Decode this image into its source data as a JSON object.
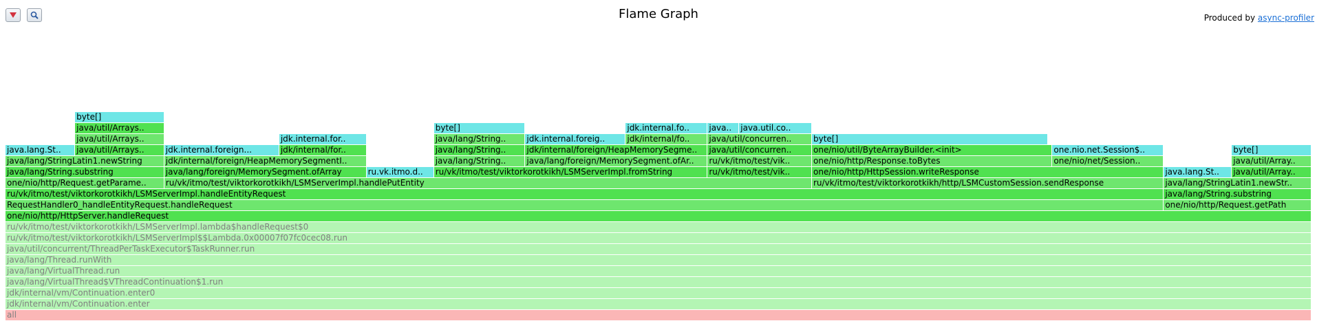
{
  "header": {
    "title": "Flame Graph",
    "produced_by_label": "Produced by",
    "produced_by_link": "async-profiler"
  },
  "toolbar": {
    "reverse_icon": "triangle-down-icon",
    "search_icon": "magnifier-icon"
  },
  "colors": {
    "java_dark": "#50e150",
    "java_light": "#6ee66e",
    "interpreted": "#b4f5b4",
    "class_obj": "#6ee6e6",
    "root": "#fbb6b6"
  },
  "frames": [
    {
      "name": "all",
      "level": 0,
      "start": 0.0,
      "end": 1.0,
      "color": "root"
    },
    {
      "name": "jdk/internal/vm/Continuation.enter",
      "level": 1,
      "start": 0.0,
      "end": 1.0,
      "color": "interpreted"
    },
    {
      "name": "jdk/internal/vm/Continuation.enter0",
      "level": 2,
      "start": 0.0,
      "end": 1.0,
      "color": "interpreted"
    },
    {
      "name": "java/lang/VirtualThread$VThreadContinuation$1.run",
      "level": 3,
      "start": 0.0,
      "end": 1.0,
      "color": "interpreted"
    },
    {
      "name": "java/lang/VirtualThread.run",
      "level": 4,
      "start": 0.0,
      "end": 1.0,
      "color": "interpreted"
    },
    {
      "name": "java/lang/Thread.runWith",
      "level": 5,
      "start": 0.0,
      "end": 1.0,
      "color": "interpreted"
    },
    {
      "name": "java/util/concurrent/ThreadPerTaskExecutor$TaskRunner.run",
      "level": 6,
      "start": 0.0,
      "end": 1.0,
      "color": "interpreted"
    },
    {
      "name": "ru/vk/itmo/test/viktorkorotkikh/LSMServerImpl$$Lambda.0x00007f07fc0cec08.run",
      "level": 7,
      "start": 0.0,
      "end": 1.0,
      "color": "interpreted"
    },
    {
      "name": "ru/vk/itmo/test/viktorkorotkikh/LSMServerImpl.lambda$handleRequest$0",
      "level": 8,
      "start": 0.0,
      "end": 1.0,
      "color": "interpreted"
    },
    {
      "name": "one/nio/http/HttpServer.handleRequest",
      "level": 9,
      "start": 0.0,
      "end": 1.0,
      "color": "java_dark"
    },
    {
      "name": "RequestHandler0_handleEntityRequest.handleRequest",
      "level": 10,
      "start": 0.0,
      "end": 0.8869,
      "color": "java_light"
    },
    {
      "name": "one/nio/http/Request.getPath",
      "level": 10,
      "start": 0.8869,
      "end": 1.0,
      "color": "java_light"
    },
    {
      "name": "ru/vk/itmo/test/viktorkorotkikh/LSMServerImpl.handleEntityRequest",
      "level": 11,
      "start": 0.0,
      "end": 0.8869,
      "color": "java_dark"
    },
    {
      "name": "java/lang/String.substring",
      "level": 11,
      "start": 0.8869,
      "end": 1.0,
      "color": "java_dark"
    },
    {
      "name": "one/nio/http/Request.getParame..",
      "level": 12,
      "start": 0.0,
      "end": 0.1216,
      "color": "java_light"
    },
    {
      "name": "ru/vk/itmo/test/viktorkorotkikh/LSMServerImpl.handlePutEntity",
      "level": 12,
      "start": 0.1216,
      "end": 0.6175,
      "color": "java_light"
    },
    {
      "name": "ru/vk/itmo/test/viktorkorotkikh/http/LSMCustomSession.sendResponse",
      "level": 12,
      "start": 0.6175,
      "end": 0.8869,
      "color": "java_light"
    },
    {
      "name": "java/lang/StringLatin1.newStr..",
      "level": 12,
      "start": 0.8869,
      "end": 1.0,
      "color": "java_light"
    },
    {
      "name": "java/lang/String.substring",
      "level": 13,
      "start": 0.0,
      "end": 0.1216,
      "color": "java_dark"
    },
    {
      "name": "java/lang/foreign/MemorySegment.ofArray",
      "level": 13,
      "start": 0.1216,
      "end": 0.2764,
      "color": "java_dark"
    },
    {
      "name": "ru.vk.itmo.d..",
      "level": 13,
      "start": 0.2764,
      "end": 0.3281,
      "color": "class_obj"
    },
    {
      "name": "ru/vk/itmo/test/viktorkorotkikh/LSMServerImpl.fromString",
      "level": 13,
      "start": 0.3281,
      "end": 0.5376,
      "color": "java_dark"
    },
    {
      "name": "ru/vk/itmo/test/vik..",
      "level": 13,
      "start": 0.5376,
      "end": 0.6175,
      "color": "java_dark"
    },
    {
      "name": "one/nio/http/HttpSession.writeResponse",
      "level": 13,
      "start": 0.6175,
      "end": 0.8869,
      "color": "java_dark"
    },
    {
      "name": "java.lang.St..",
      "level": 13,
      "start": 0.8869,
      "end": 0.939,
      "color": "class_obj"
    },
    {
      "name": "java/util/Array..",
      "level": 13,
      "start": 0.939,
      "end": 1.0,
      "color": "java_dark"
    },
    {
      "name": "java/lang/StringLatin1.newString",
      "level": 14,
      "start": 0.0,
      "end": 0.1216,
      "color": "java_light"
    },
    {
      "name": "jdk/internal/foreign/HeapMemorySegmentI..",
      "level": 14,
      "start": 0.1216,
      "end": 0.2764,
      "color": "java_light"
    },
    {
      "name": "java/lang/String..",
      "level": 14,
      "start": 0.3281,
      "end": 0.398,
      "color": "java_light"
    },
    {
      "name": "java/lang/foreign/MemorySegment.ofAr..",
      "level": 14,
      "start": 0.398,
      "end": 0.5376,
      "color": "java_light"
    },
    {
      "name": "ru/vk/itmo/test/vik..",
      "level": 14,
      "start": 0.5376,
      "end": 0.6175,
      "color": "java_light"
    },
    {
      "name": "one/nio/http/Response.toBytes",
      "level": 14,
      "start": 0.6175,
      "end": 0.8016,
      "color": "java_light"
    },
    {
      "name": "one/nio/net/Session..",
      "level": 14,
      "start": 0.8016,
      "end": 0.8869,
      "color": "java_light"
    },
    {
      "name": "java/util/Array..",
      "level": 14,
      "start": 0.939,
      "end": 1.0,
      "color": "java_light"
    },
    {
      "name": "java.lang.St..",
      "level": 15,
      "start": 0.0,
      "end": 0.0533,
      "color": "class_obj"
    },
    {
      "name": "java/util/Arrays..",
      "level": 15,
      "start": 0.0533,
      "end": 0.1216,
      "color": "java_dark"
    },
    {
      "name": "jdk.internal.foreign...",
      "level": 15,
      "start": 0.1216,
      "end": 0.2096,
      "color": "class_obj"
    },
    {
      "name": "jdk/internal/for..",
      "level": 15,
      "start": 0.2096,
      "end": 0.2764,
      "color": "java_dark"
    },
    {
      "name": "java/lang/String..",
      "level": 15,
      "start": 0.3281,
      "end": 0.398,
      "color": "java_dark"
    },
    {
      "name": "jdk/internal/foreign/HeapMemorySegme..",
      "level": 15,
      "start": 0.398,
      "end": 0.5376,
      "color": "java_dark"
    },
    {
      "name": "java/util/concurren..",
      "level": 15,
      "start": 0.5376,
      "end": 0.6175,
      "color": "java_dark"
    },
    {
      "name": "one/nio/util/ByteArrayBuilder.<init>",
      "level": 15,
      "start": 0.6175,
      "end": 0.8016,
      "color": "java_dark"
    },
    {
      "name": "one.nio.net.Session$..",
      "level": 15,
      "start": 0.8016,
      "end": 0.8869,
      "color": "class_obj"
    },
    {
      "name": "byte[]",
      "level": 15,
      "start": 0.939,
      "end": 1.0,
      "color": "class_obj"
    },
    {
      "name": "java/util/Arrays..",
      "level": 16,
      "start": 0.0533,
      "end": 0.1216,
      "color": "java_light"
    },
    {
      "name": "jdk.internal.for..",
      "level": 16,
      "start": 0.2096,
      "end": 0.2764,
      "color": "class_obj"
    },
    {
      "name": "java/lang/String..",
      "level": 16,
      "start": 0.3281,
      "end": 0.398,
      "color": "java_light"
    },
    {
      "name": "jdk.internal.foreig..",
      "level": 16,
      "start": 0.398,
      "end": 0.4749,
      "color": "class_obj"
    },
    {
      "name": "jdk/internal/fo..",
      "level": 16,
      "start": 0.4749,
      "end": 0.5376,
      "color": "java_light"
    },
    {
      "name": "java/util/concurren..",
      "level": 16,
      "start": 0.5376,
      "end": 0.6175,
      "color": "java_light"
    },
    {
      "name": "byte[]",
      "level": 16,
      "start": 0.6175,
      "end": 0.7981,
      "color": "class_obj"
    },
    {
      "name": "java/util/Arrays..",
      "level": 17,
      "start": 0.0533,
      "end": 0.1216,
      "color": "java_dark"
    },
    {
      "name": "byte[]",
      "level": 17,
      "start": 0.3281,
      "end": 0.398,
      "color": "class_obj"
    },
    {
      "name": "jdk.internal.fo..",
      "level": 17,
      "start": 0.4749,
      "end": 0.5376,
      "color": "class_obj"
    },
    {
      "name": "java..",
      "level": 17,
      "start": 0.5376,
      "end": 0.5618,
      "color": "class_obj"
    },
    {
      "name": "java.util.co..",
      "level": 17,
      "start": 0.5618,
      "end": 0.6175,
      "color": "class_obj"
    },
    {
      "name": "byte[]",
      "level": 18,
      "start": 0.0533,
      "end": 0.1216,
      "color": "class_obj"
    }
  ]
}
